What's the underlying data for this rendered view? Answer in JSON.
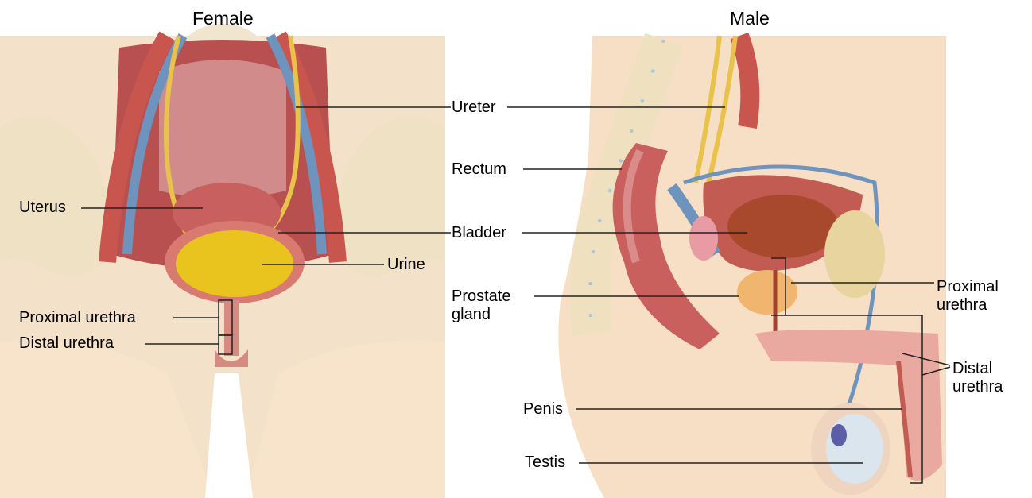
{
  "panels": {
    "female": {
      "title": "Female",
      "labels": {
        "uterus": "Uterus",
        "proximal_urethra": "Proximal urethra",
        "distal_urethra": "Distal urethra"
      }
    },
    "male": {
      "title": "Male",
      "labels": {
        "proximal_urethra": "Proximal\nurethra",
        "distal_urethra": "Distal\nurethra",
        "penis": "Penis",
        "testis": "Testis"
      }
    },
    "shared": {
      "ureter": "Ureter",
      "rectum": "Rectum",
      "bladder": "Bladder",
      "urine": "Urine",
      "prostate_gland": "Prostate\ngland"
    }
  },
  "colors": {
    "skin": "#f6dfc4",
    "bone": "#efe0bf",
    "muscle": "#c9605e",
    "urine": "#e9c41e",
    "ureter": "#e8c24a",
    "vein": "#6e93bd",
    "artery": "#c8564e",
    "prostate": "#f0b670",
    "leader": "#222222"
  }
}
